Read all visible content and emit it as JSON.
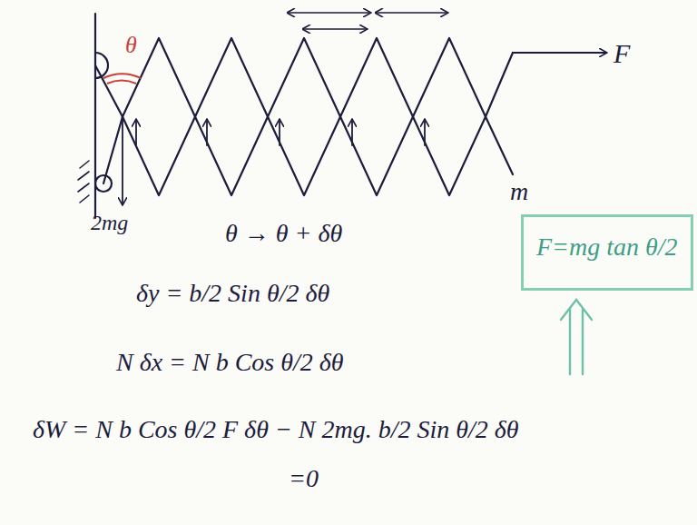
{
  "diagram": {
    "nodes": [
      {
        "text": [
          "F=mg tan θ/2"
        ]
      }
    ],
    "edges": [],
    "labels": [
      "θ",
      "F",
      "m",
      "2mg",
      "θ → θ + δθ",
      "δy = b/2 Sin θ/2 δθ",
      "N δx = N b Cos θ/2 δθ",
      "δW = N b Cos θ/2 F δθ − N 2mg. b/2 Sin θ/2 δθ",
      "=0"
    ]
  }
}
